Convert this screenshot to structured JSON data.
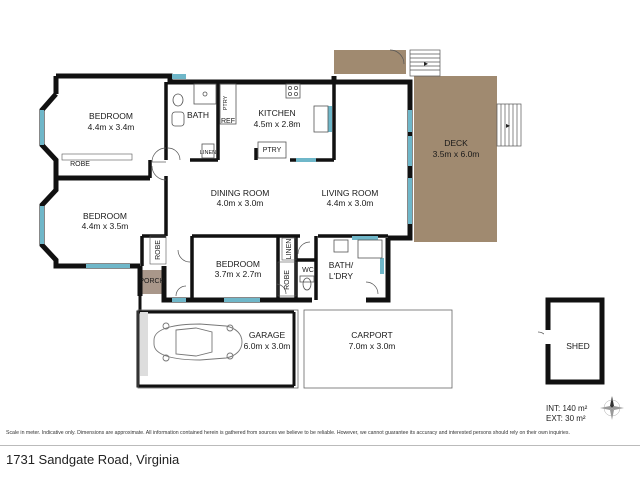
{
  "rooms": {
    "bedroom1": {
      "name": "BEDROOM",
      "size": "4.4m x 3.4m"
    },
    "bath": {
      "name": "BATH"
    },
    "kitchen": {
      "name": "KITCHEN",
      "size": "4.5m x 2.8m"
    },
    "deck": {
      "name": "DECK",
      "size": "3.5m x 6.0m"
    },
    "bedroom2": {
      "name": "BEDROOM",
      "size": "4.4m x 3.5m"
    },
    "dining": {
      "name": "DINING ROOM",
      "size": "4.0m x 3.0m"
    },
    "living": {
      "name": "LIVING ROOM",
      "size": "4.4m x 3.0m"
    },
    "bedroom3": {
      "name": "BEDROOM",
      "size": "3.7m x 2.7m"
    },
    "bath_ldry": {
      "name_line1": "BATH/",
      "name_line2": "L'DRY"
    },
    "garage": {
      "name": "GARAGE",
      "size": "6.0m x 3.0m"
    },
    "carport": {
      "name": "CARPORT",
      "size": "7.0m x 3.0m"
    },
    "shed": {
      "name": "SHED"
    }
  },
  "fixtures": {
    "robe": "ROBE",
    "ref": "REF",
    "ptry": "PTRY",
    "linen": "LINEN",
    "porch": "PORCH",
    "wc": "WC"
  },
  "summary": {
    "int_area": "INT: 140 m²",
    "ext_area": "EXT: 30 m²"
  },
  "disclaimer": "Scale in meter. Indicative only. Dimensions are approximate. All information contained herein is gathered from sources we believe to be reliable. However, we cannot guarantee its accuracy and interested persons should rely on their own inquiries.",
  "address": "1731 Sandgate Road, Virginia",
  "colors": {
    "wall": "#111111",
    "window": "#6fb7c9",
    "deck": "#a08a70",
    "porch": "#a9978a",
    "floor": "#ffffff"
  }
}
